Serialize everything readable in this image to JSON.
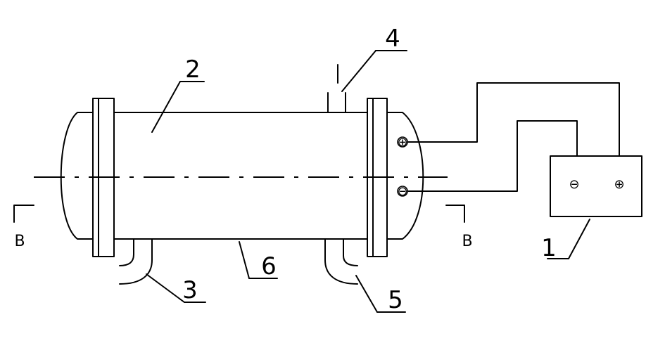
{
  "diagram": {
    "labels": {
      "power_supply": "1",
      "shell": "2",
      "inlet_pipe_bottom_left": "3",
      "top_pipe": "4",
      "outlet_pipe_bottom_right": "5",
      "shell_bottom_wall": "6"
    },
    "section_marks": {
      "left": "B",
      "right": "B"
    },
    "electrode_signs": {
      "positive": "⊕",
      "negative": "⊖"
    },
    "power_supply_signs": {
      "negative": "⊖",
      "positive": "⊕"
    }
  }
}
